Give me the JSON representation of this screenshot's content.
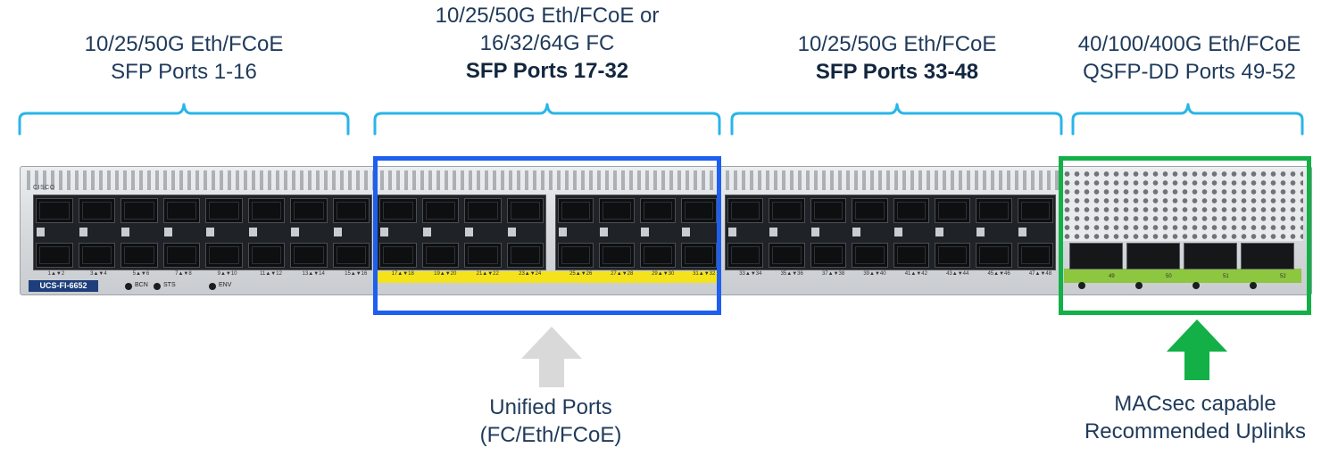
{
  "headers": [
    {
      "lines": [
        "10/25/50G Eth/FCoE",
        "SFP Ports 1-16"
      ],
      "bold_line": -1
    },
    {
      "lines": [
        "10/25/50G Eth/FCoE or",
        "16/32/64G FC",
        "SFP Ports 17-32"
      ],
      "bold_line": 2
    },
    {
      "lines": [
        "10/25/50G Eth/FCoE",
        "SFP Ports 33-48"
      ],
      "bold_line": 1
    },
    {
      "lines": [
        "40/100/400G Eth/FCoE",
        "QSFP-DD Ports 49-52"
      ],
      "bold_line": -1
    }
  ],
  "callouts": {
    "unified": {
      "lines": [
        "Unified Ports",
        "(FC/Eth/FCoE)"
      ],
      "arrow_color": "#d9d9d9"
    },
    "uplinks": {
      "lines": [
        "MACsec capable",
        "Recommended Uplinks"
      ],
      "arrow_color": "#12b047"
    }
  },
  "device": {
    "model": "UCS-FI-6652",
    "vendor": "CISCO",
    "status_leds": [
      "BCN",
      "STS",
      "ENV"
    ],
    "port_pair_labels": [
      "1▲▼2",
      "3▲▼4",
      "5▲▼6",
      "7▲▼8",
      "9▲▼10",
      "11▲▼12",
      "13▲▼14",
      "15▲▼16",
      "17▲▼18",
      "19▲▼20",
      "21▲▼22",
      "23▲▼24",
      "25▲▼26",
      "27▲▼28",
      "29▲▼30",
      "31▲▼32",
      "33▲▼34",
      "35▲▼36",
      "37▲▼38",
      "39▲▼40",
      "41▲▼42",
      "43▲▼44",
      "45▲▼46",
      "47▲▼48"
    ],
    "qsfp_labels": [
      "49",
      "50",
      "51",
      "52"
    ]
  },
  "colors": {
    "bracket": "#29b5e8",
    "unified_box": "#1e5ff0",
    "uplink_box": "#12b047",
    "unified_stripe": "#f4e21b",
    "uplink_stripe": "#8dc63f"
  }
}
